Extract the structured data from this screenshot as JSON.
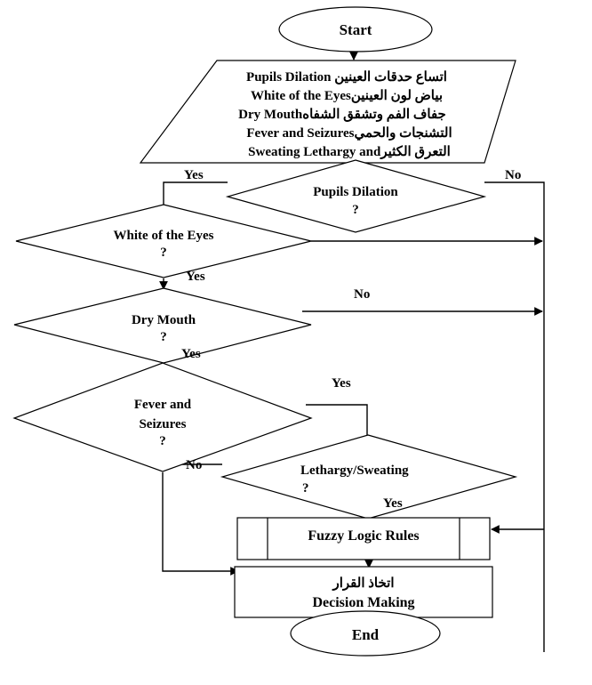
{
  "flowchart": {
    "start": {
      "label": "Start"
    },
    "input": {
      "lines": [
        "Pupils Dilation اتساع حدقات العينين",
        "White of the Eyesبياض لون العينين",
        "Dry Mouthجفاف الفم وتشقق الشفاه",
        "Fever and Seizuresالتشنجات والحمي",
        "Sweating Lethargy andالتعرق الكثير"
      ]
    },
    "decisions": [
      {
        "id": "pupils",
        "label": "Pupils Dilation",
        "mark": "?"
      },
      {
        "id": "white-eyes",
        "label": "White of the Eyes",
        "mark": "?"
      },
      {
        "id": "dry-mouth",
        "label": "Dry Mouth",
        "mark": "?"
      },
      {
        "id": "fever",
        "label_line1": "Fever and",
        "label_line2": "Seizures",
        "mark": "?"
      },
      {
        "id": "lethargy",
        "label": "Lethargy/Sweating",
        "mark": "?"
      }
    ],
    "edge_labels": {
      "pupils_yes": "Yes",
      "pupils_no": "No",
      "white_yes": "Yes",
      "dry_no": "No",
      "dry_yes": "Yes",
      "fever_yes": "Yes",
      "lethargy_no": "No",
      "lethargy_yes": "Yes"
    },
    "process": {
      "label": "Fuzzy Logic Rules"
    },
    "decision_box": {
      "label_ar": "اتخاذ القرار",
      "label_en": "Decision Making"
    },
    "end": {
      "label": "End"
    }
  }
}
